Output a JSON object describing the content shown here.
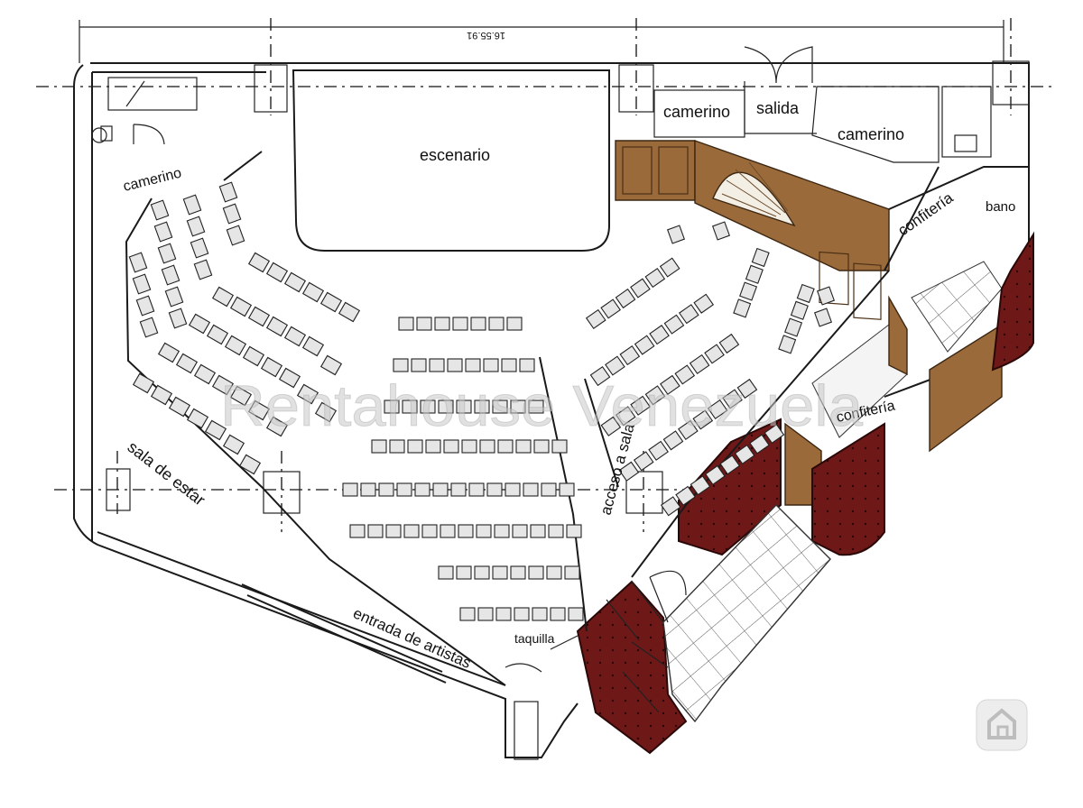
{
  "labels": {
    "dimension": "16.55.91",
    "escenario": "escenario",
    "camerino_left": "camerino",
    "camerino_mid": "camerino",
    "salida": "salida",
    "camerino_right": "camerino",
    "confiteria_top": "confitería",
    "bano": "bano",
    "confiteria_mid": "confitería",
    "acceso": "acceso a sala",
    "sala_estar": "sala de estar",
    "entrada": "entrada de artistas",
    "taquilla": "taquilla"
  },
  "watermark": "Rentahouse Venezuela",
  "colors": {
    "wood": "#9a6a3a",
    "sofa": "#6e1818",
    "seat": "#e6e6e6"
  }
}
